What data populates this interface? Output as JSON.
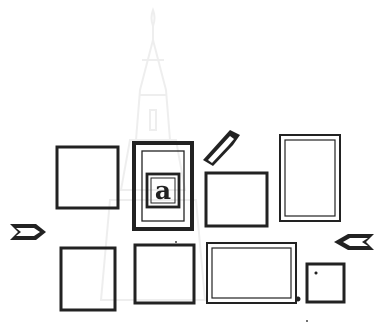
{
  "figure": {
    "center_box_letter": "a",
    "ink_color": "#222222",
    "paper_color": "#ffffff",
    "watermark_color": "#dcdcdc",
    "watermark_motif": "tower-spire"
  },
  "arrows": [
    {
      "name": "left-arrow",
      "points": "right"
    },
    {
      "name": "right-arrow",
      "points": "left"
    },
    {
      "name": "tilted-arrow",
      "points": "down-left"
    }
  ],
  "boxes": [
    {
      "name": "box-top-left",
      "style": "single-thick"
    },
    {
      "name": "box-letter-a",
      "style": "double-thick"
    },
    {
      "name": "box-top-middle-right",
      "style": "single-thick"
    },
    {
      "name": "box-top-right-tall",
      "style": "double-thin"
    },
    {
      "name": "box-bottom-left",
      "style": "single-thick"
    },
    {
      "name": "box-bottom-middle",
      "style": "single-thick"
    },
    {
      "name": "box-bottom-wide",
      "style": "double-thin"
    },
    {
      "name": "box-bottom-small",
      "style": "single-thick"
    }
  ]
}
